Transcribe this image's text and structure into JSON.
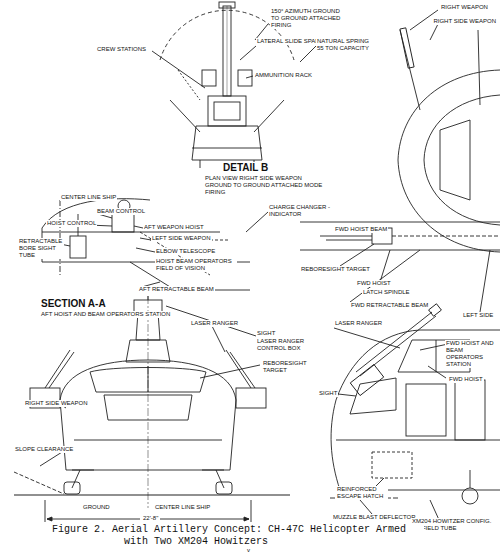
{
  "diagram": {
    "caption": "Figure 2. Aerial Artillery Concept: CH-47C Helicopter Armed with Two XM204 Howitzers",
    "labels": [
      "150° AZIMUTH GROUND TO GROUND ATTACHED FIRING",
      "CREW STATIONS",
      "LATERAL SLIDE SPAN",
      "NATURAL SPRING 55 TON CAPACITY",
      "AMMUNITION RACK",
      "DETAIL B",
      "PLAN VIEW RIGHT SIDE WEAPON GROUND TO GROUND ATTACHED MODE FIRING",
      "CENTER LINE SHIP",
      "BEAM CONTROL",
      "HOIST CONTROL",
      "AFT WEAPON HOIST",
      "LEFT SIDE WEAPON",
      "RETRACTABLE BORE SIGHT TUBE",
      "ELBOW TELESCOPE",
      "HOIST BEAM OPERATORS FIELD OF VISION",
      "AFT RETRACTABLE BEAM",
      "SECTION A-A",
      "AFT HOIST AND BEAM OPERATORS STATION",
      "CHARGE CHANGER - INDICATOR",
      "FWD HOIST BEAM",
      "REBORESIGHT TARGET",
      "FWD HOIST",
      "LATCH SPINDLE",
      "FWD RETRACTABLE BEAM",
      "RIGHT WEAPON",
      "RIGHT SIDE WEAPON",
      "LEFT SIDE",
      "SIGHT",
      "LASER RANGER CONTROL BOX",
      "LASER RANGER",
      "LASER RANGER",
      "REBORESIGHT TARGET",
      "RIGHT SIDE WEAPON",
      "SLOPE CLEARANCE",
      "GROUND",
      "CENTER LINE SHIP",
      "22'-8\"",
      "FWD HOIST AND BEAM OPERATORS STATION",
      "FWD HOIST",
      "SIGHT",
      "REINFORCED ESCAPE HATCH",
      "MUZZLE BLAST DEFLECTOR",
      "XM204 HOWITZER CONFIG. TO FIELD TUBE",
      "v"
    ]
  }
}
